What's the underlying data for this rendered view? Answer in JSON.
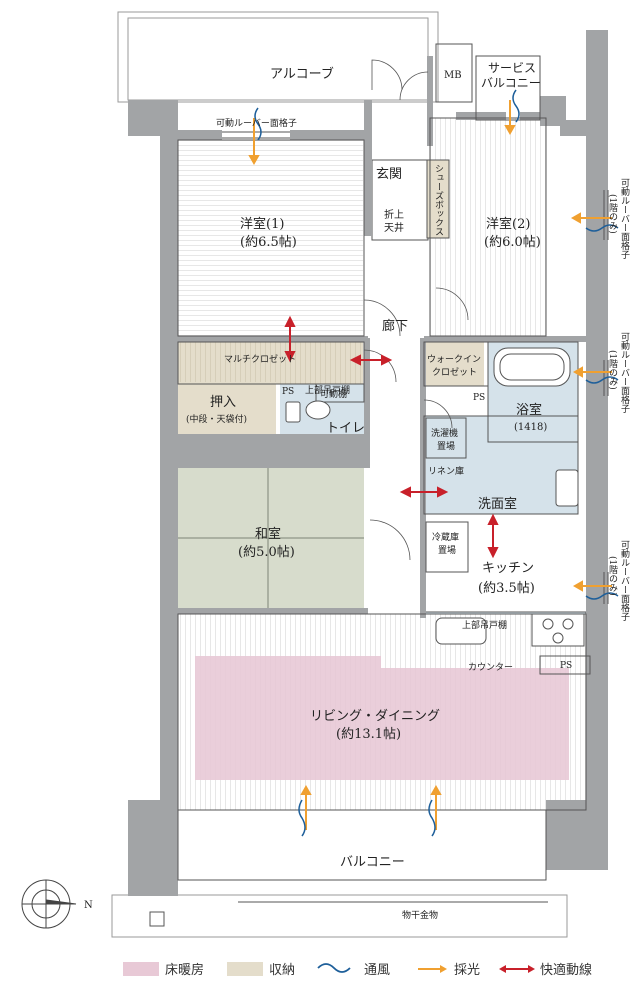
{
  "rooms": {
    "alcove": "アルコーブ",
    "mb": "MB",
    "service_balcony_1": "サービス",
    "service_balcony_2": "バルコニー",
    "louver_top": "可動ルーバー面格子",
    "entrance": "玄関",
    "shoebox": "シューズボックス",
    "fold_shelf_1": "折上",
    "fold_shelf_2": "天井",
    "western1_name": "洋室(1)",
    "western1_size": "(約6.5帖)",
    "western2_name": "洋室(2)",
    "western2_size": "(約6.0帖)",
    "hallway": "廊下",
    "multi_closet": "マルチクロゼット",
    "movable_shelf": "可動棚",
    "walkin_1": "ウォークイン",
    "walkin_2": "クロゼット",
    "bath_name": "浴室",
    "bath_size": "(1418)",
    "ps": "PS",
    "upper_cabinet": "上部吊戸棚",
    "oshiire_name": "押入",
    "oshiire_note": "(中段・天袋付)",
    "toilet": "トイレ",
    "washer_1": "洗濯機",
    "washer_2": "置場",
    "linen": "リネン庫",
    "washroom": "洗面室",
    "japanese_name": "和室",
    "japanese_size": "(約5.0帖)",
    "fridge_1": "冷蔵庫",
    "fridge_2": "置場",
    "kitchen_name": "キッチン",
    "kitchen_size": "(約3.5帖)",
    "counter": "カウンター",
    "living_name": "リビング・ダイニング",
    "living_size": "(約13.1帖)",
    "balcony": "バルコニー",
    "drying": "物干金物",
    "louver_side": "可動ルーバー面格子",
    "first_floor_only": "(1階のみ)",
    "north": "N"
  },
  "legend": {
    "floor_heating": "床暖房",
    "storage": "収納",
    "ventilation": "通風",
    "daylight": "採光",
    "circulation": "快適動線"
  },
  "colors": {
    "floor_heating": "#e8c9d6",
    "storage": "#e4ddcb",
    "wall": "#a2a4a6",
    "wet_area": "#d5e2ea",
    "ventilation": "#1e5f9a",
    "daylight": "#f0a030",
    "circulation": "#c8202a"
  }
}
